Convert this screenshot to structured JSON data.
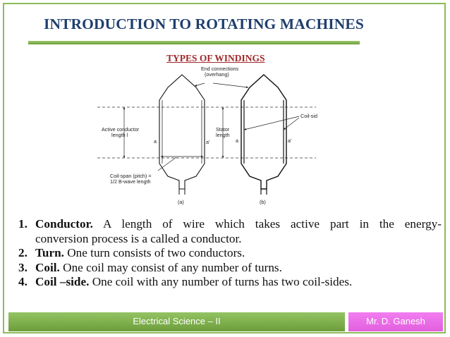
{
  "slide": {
    "title": "INTRODUCTION TO ROTATING MACHINES",
    "subtitle": "TYPES OF WINDINGS"
  },
  "figure": {
    "labels": {
      "end_connections_1": "End connections",
      "end_connections_2": "(overhang)",
      "coil_sides": "Coil-sides",
      "active_length_1": "Active conductor",
      "active_length_2": "length l",
      "stator_length_1": "Stator",
      "stator_length_2": "length",
      "a_left": "a",
      "a_prime_left": "a′",
      "a_right": "a",
      "a_prime_right": "a′",
      "coil_span_1": "Coil-span (pitch) =",
      "coil_span_2": "1/2 B-wave length",
      "caption_a": "(a)",
      "caption_b": "(b)"
    }
  },
  "definitions": [
    {
      "number": "1.",
      "term": "Conductor.",
      "text_line1": "A length of wire which takes active part in the energy-",
      "text_line2": "conversion process is a called a conductor."
    },
    {
      "number": "2.",
      "term": "Turn.",
      "text": "One turn consists of two conductors."
    },
    {
      "number": "3.",
      "term": "Coil.",
      "text": "One coil may consist of any number of turns."
    },
    {
      "number": "4.",
      "term": "Coil –side.",
      "text": "One coil with any number of turns has two coil-sides."
    }
  ],
  "footer": {
    "course": "Electrical Science – II",
    "author": "Mr. D. Ganesh"
  },
  "colors": {
    "title": "#1f3f6e",
    "subtitle": "#a0282a",
    "accent_green": "#8dbb58",
    "accent_pink": "#ea6ee6"
  }
}
